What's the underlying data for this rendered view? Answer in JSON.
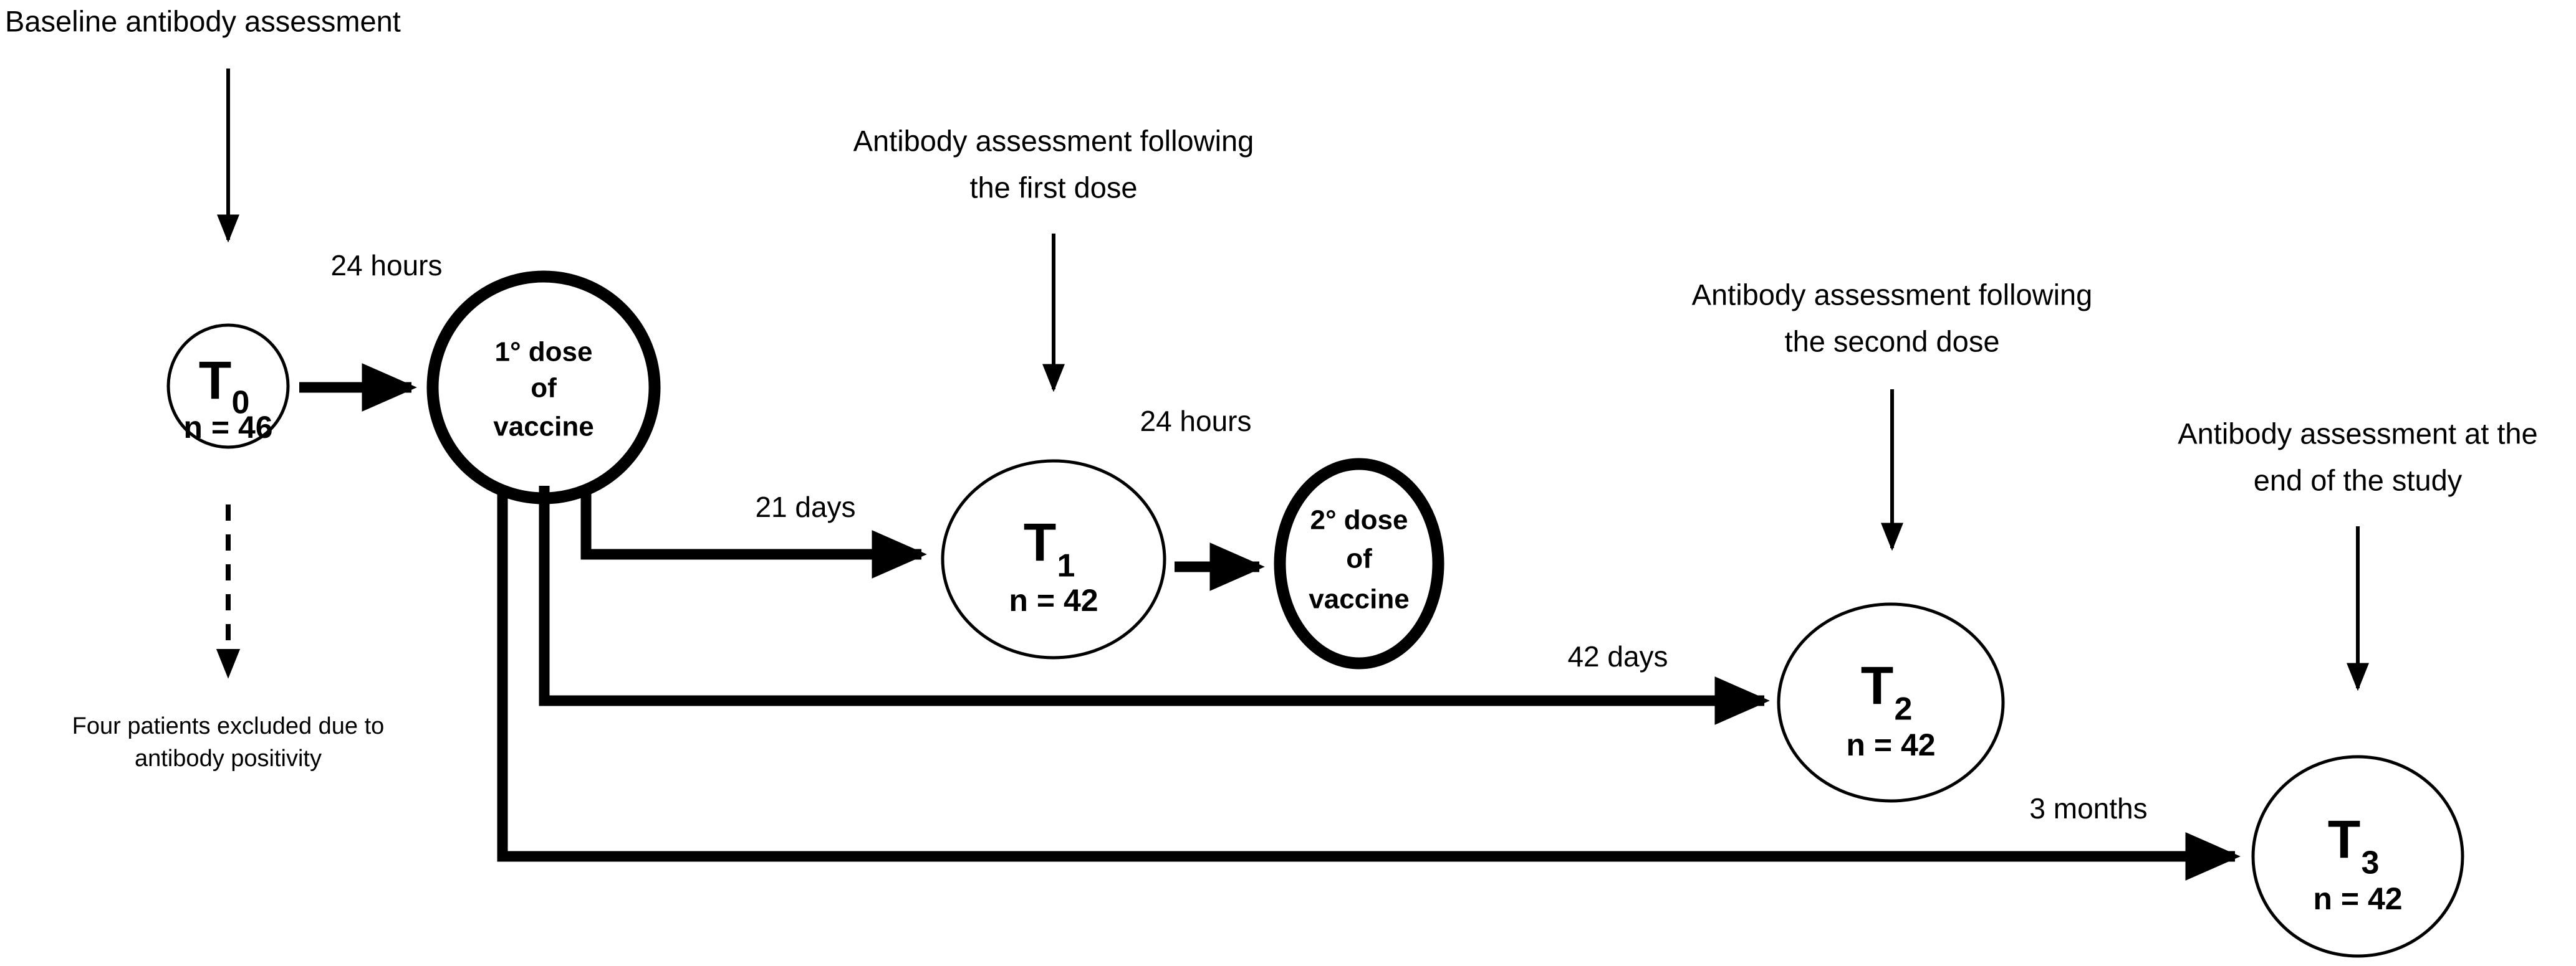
{
  "diagram": {
    "type": "study-flow-diagram",
    "title": "Vaccination antibody assessment study flow",
    "background_color": "#ffffff",
    "stroke_color": "#000000"
  },
  "annotations": [
    {
      "id": "baseline",
      "text": "Baseline antibody assessment",
      "lines": [
        "Baseline antibody assessment"
      ]
    },
    {
      "id": "after-first-dose",
      "text": "Antibody assessment following the first dose",
      "lines": [
        "Antibody assessment following",
        "the first dose"
      ]
    },
    {
      "id": "after-second-dose",
      "text": "Antibody assessment following the second dose",
      "lines": [
        "Antibody assessment following",
        "the second dose"
      ]
    },
    {
      "id": "end-of-study",
      "text": "Antibody assessment at the end of the study",
      "lines": [
        "Antibody assessment at the",
        "end of the study"
      ]
    },
    {
      "id": "excluded",
      "text": "Four patients excluded due to antibody positivity",
      "lines": [
        "Four patients excluded due to",
        "antibody positivity"
      ]
    }
  ],
  "nodes": [
    {
      "id": "t0",
      "kind": "timepoint",
      "label": "T",
      "subscript": "0",
      "n_label": "n = 46",
      "n_value": 46,
      "border": "thin"
    },
    {
      "id": "dose1",
      "kind": "intervention",
      "lines": [
        "1° dose",
        "of",
        "vaccine"
      ],
      "border": "thick"
    },
    {
      "id": "t1",
      "kind": "timepoint",
      "label": "T",
      "subscript": "1",
      "n_label": "n = 42",
      "n_value": 42,
      "border": "thin"
    },
    {
      "id": "dose2",
      "kind": "intervention",
      "lines": [
        "2° dose",
        "of",
        "vaccine"
      ],
      "border": "thick"
    },
    {
      "id": "t2",
      "kind": "timepoint",
      "label": "T",
      "subscript": "2",
      "n_label": "n = 42",
      "n_value": 42,
      "border": "thin"
    },
    {
      "id": "t3",
      "kind": "timepoint",
      "label": "T",
      "subscript": "3",
      "n_label": "n = 42",
      "n_value": 42,
      "border": "thin"
    }
  ],
  "edges": [
    {
      "id": "t0-dose1",
      "from": "t0",
      "to": "dose1",
      "label": "24 hours",
      "style": "solid"
    },
    {
      "id": "dose1-t1",
      "from": "dose1",
      "to": "t1",
      "label": "21 days",
      "style": "solid"
    },
    {
      "id": "t1-dose2",
      "from": "t1",
      "to": "dose2",
      "label": "",
      "style": "solid"
    },
    {
      "id": "dose2-assess",
      "from": "dose2",
      "to": "dose2",
      "label": "24 hours",
      "style": "solid"
    },
    {
      "id": "dose1-t2",
      "from": "dose1",
      "to": "t2",
      "label": "42 days",
      "style": "solid"
    },
    {
      "id": "dose1-t3",
      "from": "dose1",
      "to": "t3",
      "label": "3 months",
      "style": "solid"
    },
    {
      "id": "t0-excluded",
      "from": "t0",
      "to": "excluded",
      "label": "",
      "style": "dashed"
    }
  ],
  "edge_labels": {
    "hours_24_a": "24 hours",
    "hours_24_b": "24 hours",
    "days_21": "21 days",
    "days_42": "42 days",
    "months_3": "3 months"
  },
  "text": {
    "baseline_l1": "Baseline antibody assessment",
    "first_dose_l1": "Antibody assessment following",
    "first_dose_l2": "the first dose",
    "second_dose_l1": "Antibody assessment following",
    "second_dose_l2": "the second dose",
    "end_study_l1": "Antibody assessment at the",
    "end_study_l2": "end of the study",
    "excluded_l1": "Four patients excluded due to",
    "excluded_l2": "antibody positivity",
    "t0_letter": "T",
    "t0_sub": "0",
    "t0_n": "n = 46",
    "t1_letter": "T",
    "t1_sub": "1",
    "t1_n": "n = 42",
    "t2_letter": "T",
    "t2_sub": "2",
    "t2_n": "n = 42",
    "t3_letter": "T",
    "t3_sub": "3",
    "t3_n": "n = 42",
    "dose1_l1": "1° dose",
    "dose1_l2": "of",
    "dose1_l3": "vaccine",
    "dose2_l1": "2° dose",
    "dose2_l2": "of",
    "dose2_l3": "vaccine"
  }
}
